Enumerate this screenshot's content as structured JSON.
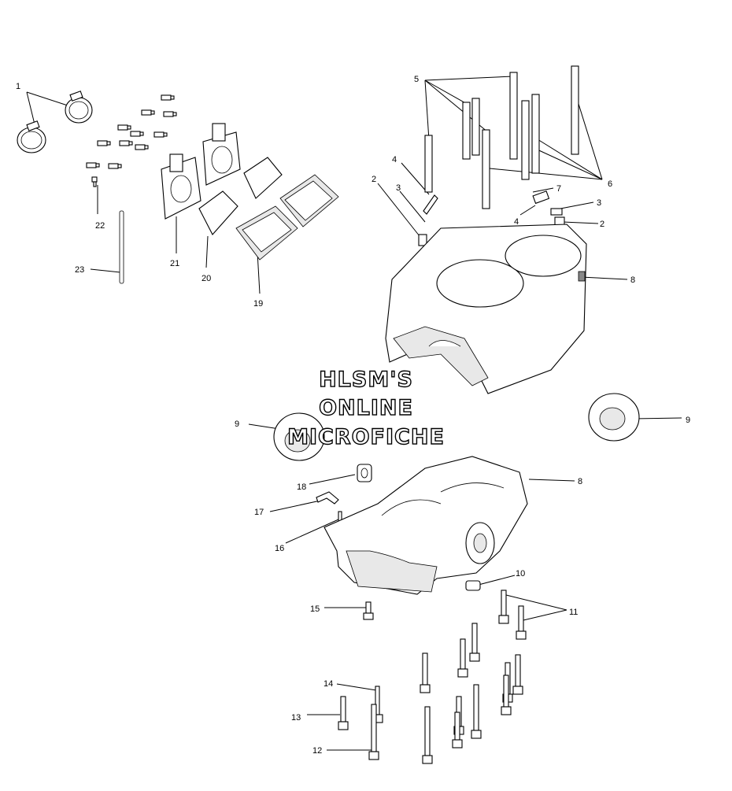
{
  "watermark": {
    "lines": [
      "HLSM'S",
      "ONLINE",
      "MICROFICHE"
    ]
  },
  "callouts": [
    "1",
    "2",
    "2",
    "3",
    "3",
    "4",
    "4",
    "5",
    "6",
    "7",
    "8",
    "8",
    "9",
    "9",
    "10",
    "11",
    "12",
    "13",
    "14",
    "15",
    "16",
    "17",
    "18",
    "19",
    "20",
    "21",
    "22",
    "23"
  ]
}
